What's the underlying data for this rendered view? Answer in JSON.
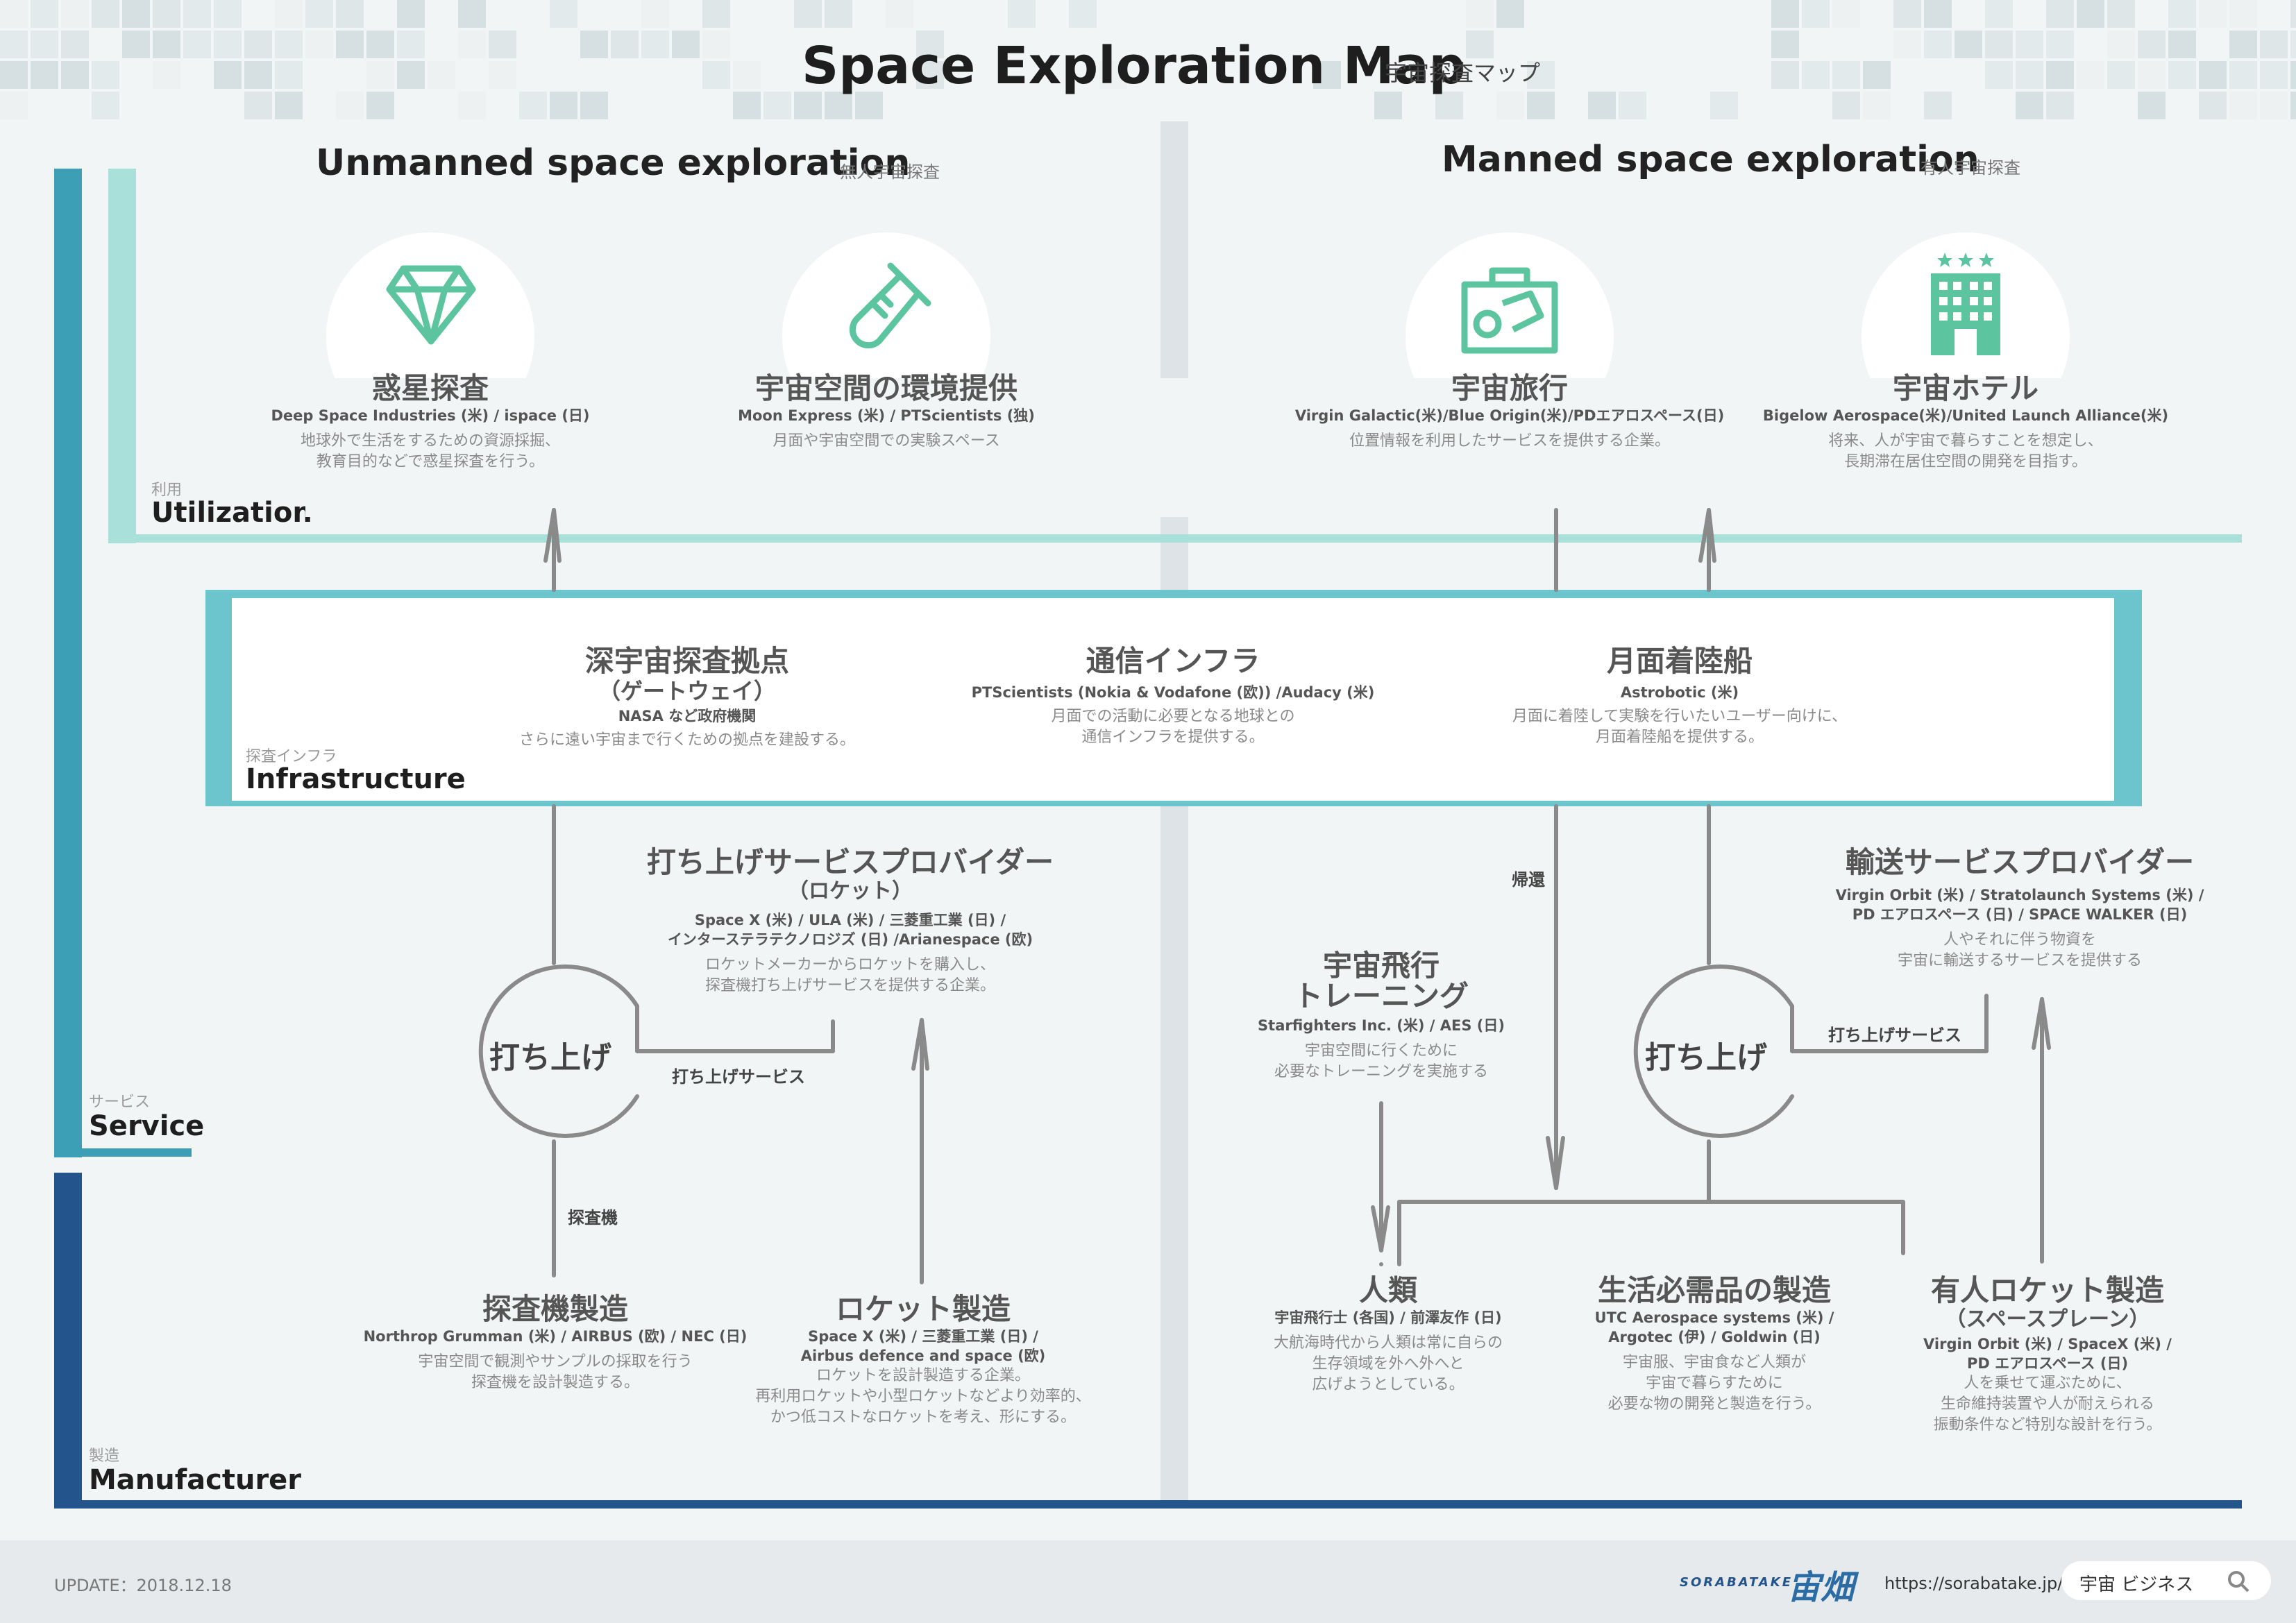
{
  "header": {
    "title": "Space Exploration Map",
    "subtitle_jp": "宇宙探査マップ"
  },
  "sections": {
    "unmanned": {
      "title": "Unmanned space exploration",
      "jp": "無人宇宙探査"
    },
    "manned": {
      "title": "Manned space exploration",
      "jp": "有人宇宙探査"
    }
  },
  "layers": {
    "utilization": {
      "jp": "利用",
      "en": "Utilization"
    },
    "infrastructure": {
      "jp": "探査インフラ",
      "en": "Infrastructure"
    },
    "service": {
      "jp": "サービス",
      "en": "Service"
    },
    "manufacturer": {
      "jp": "製造",
      "en": "Manufacturer"
    }
  },
  "utilization": [
    {
      "icon": "diamond-icon",
      "title": "惑星探査",
      "companies": "Deep Space Industries (米) / ispace (日)",
      "desc": [
        "地球外で生活をするための資源採掘、",
        "教育目的などで惑星探査を行う。"
      ]
    },
    {
      "icon": "test-tube-icon",
      "title": "宇宙空間の環境提供",
      "companies": "Moon Express (米) / PTScientists (独)",
      "desc": [
        "月面や宇宙空間での実験スペース"
      ]
    },
    {
      "icon": "suitcase-icon",
      "title": "宇宙旅行",
      "companies": "Virgin Galactic(米)/Blue Origin(米)/PDエアロスペース(日)",
      "desc": [
        "位置情報を利用したサービスを提供する企業。"
      ]
    },
    {
      "icon": "hotel-icon",
      "title": "宇宙ホテル",
      "companies": "Bigelow Aerospace(米)/United Launch Alliance(米)",
      "desc": [
        "将来、人が宇宙で暮らすことを想定し、",
        "長期滞在居住空間の開発を目指す。"
      ]
    }
  ],
  "infrastructure": [
    {
      "title": "深宇宙探査拠点",
      "title2": "（ゲートウェイ）",
      "companies": "NASA など政府機関",
      "desc": [
        "さらに遠い宇宙まで行くための拠点を建設する。"
      ]
    },
    {
      "title": "通信インフラ",
      "companies": "PTScientists (Nokia & Vodafone (欧)) /Audacy (米)",
      "desc": [
        "月面での活動に必要となる地球との",
        "通信インフラを提供する。"
      ]
    },
    {
      "title": "月面着陸船",
      "companies": "Astrobotic (米)",
      "desc": [
        "月面に着陸して実験を行いたいユーザー向けに、",
        "月面着陸船を提供する。"
      ]
    }
  ],
  "service": {
    "launch_left": "打ち上げ",
    "launch_right": "打ち上げ",
    "launch_provider": {
      "title": "打ち上げサービスプロバイダー",
      "title2": "（ロケット）",
      "companies": [
        "Space X (米) / ULA (米) / 三菱重工業 (日) /",
        "インターステラテクノロジズ (日) /Arianespace (欧)"
      ],
      "desc": [
        "ロケットメーカーからロケットを購入し、",
        "探査機打ち上げサービスを提供する企業。"
      ]
    },
    "transport_provider": {
      "title": "輸送サービスプロバイダー",
      "companies": [
        "Virgin Orbit (米) / Stratolaunch Systems (米) /",
        "PD エアロスペース (日) / SPACE WALKER (日)"
      ],
      "desc": [
        "人やそれに伴う物資を",
        "宇宙に輸送するサービスを提供する"
      ]
    },
    "training": {
      "title": "宇宙飛行",
      "title2": "トレーニング",
      "companies": "Starfighters Inc. (米) / AES (日)",
      "desc": [
        "宇宙空間に行くために",
        "必要なトレーニングを実施する"
      ]
    },
    "labels": {
      "launch_service_left": "打ち上げサービス",
      "launch_service_right": "打ち上げサービス",
      "probe": "探査機",
      "return": "帰還"
    }
  },
  "manufacturer": [
    {
      "title": "探査機製造",
      "companies": [
        "Northrop Grumman (米) / AIRBUS (欧) / NEC (日)"
      ],
      "desc": [
        "宇宙空間で観測やサンプルの採取を行う",
        "探査機を設計製造する。"
      ]
    },
    {
      "title": "ロケット製造",
      "companies": [
        "Space X (米) / 三菱重工業 (日) /",
        "Airbus defence and space (欧)"
      ],
      "desc": [
        "ロケットを設計製造する企業。",
        "再利用ロケットや小型ロケットなどより効率的、",
        "かつ低コストなロケットを考え、形にする。"
      ]
    },
    {
      "title": "人類",
      "companies": [
        "宇宙飛行士 (各国) / 前澤友作 (日)"
      ],
      "desc": [
        "大航海時代から人類は常に自らの",
        "生存領域を外へ外へと",
        "広げようとしている。"
      ]
    },
    {
      "title": "生活必需品の製造",
      "companies": [
        "UTC Aerospace systems (米) /",
        "Argotec (伊) / Goldwin (日)"
      ],
      "desc": [
        "宇宙服、宇宙食など人類が",
        "宇宙で暮らすために",
        "必要な物の開発と製造を行う。"
      ]
    },
    {
      "title": "有人ロケット製造",
      "title2": "（スペースプレーン）",
      "companies": [
        "Virgin Orbit (米) / SpaceX (米) /",
        "PD エアロスペース (日)"
      ],
      "desc": [
        "人を乗せて運ぶために、",
        "生命維持装置や人が耐えられる",
        "振動条件など特別な設計を行う。"
      ]
    }
  ],
  "footer": {
    "update": "UPDATE：2018.12.18",
    "brand_en": "SORABATAKE",
    "brand_jp": "宙畑",
    "url": "https://sorabatake.jp/",
    "search_text": "宇宙 ビジネス"
  },
  "colors": {
    "utilization": "#a9e0da",
    "service": "#3c9fb5",
    "manufacturer": "#23558c",
    "infra": "#6cc4cc",
    "icon": "#5cc5a0",
    "line": "#8a8a8a"
  }
}
